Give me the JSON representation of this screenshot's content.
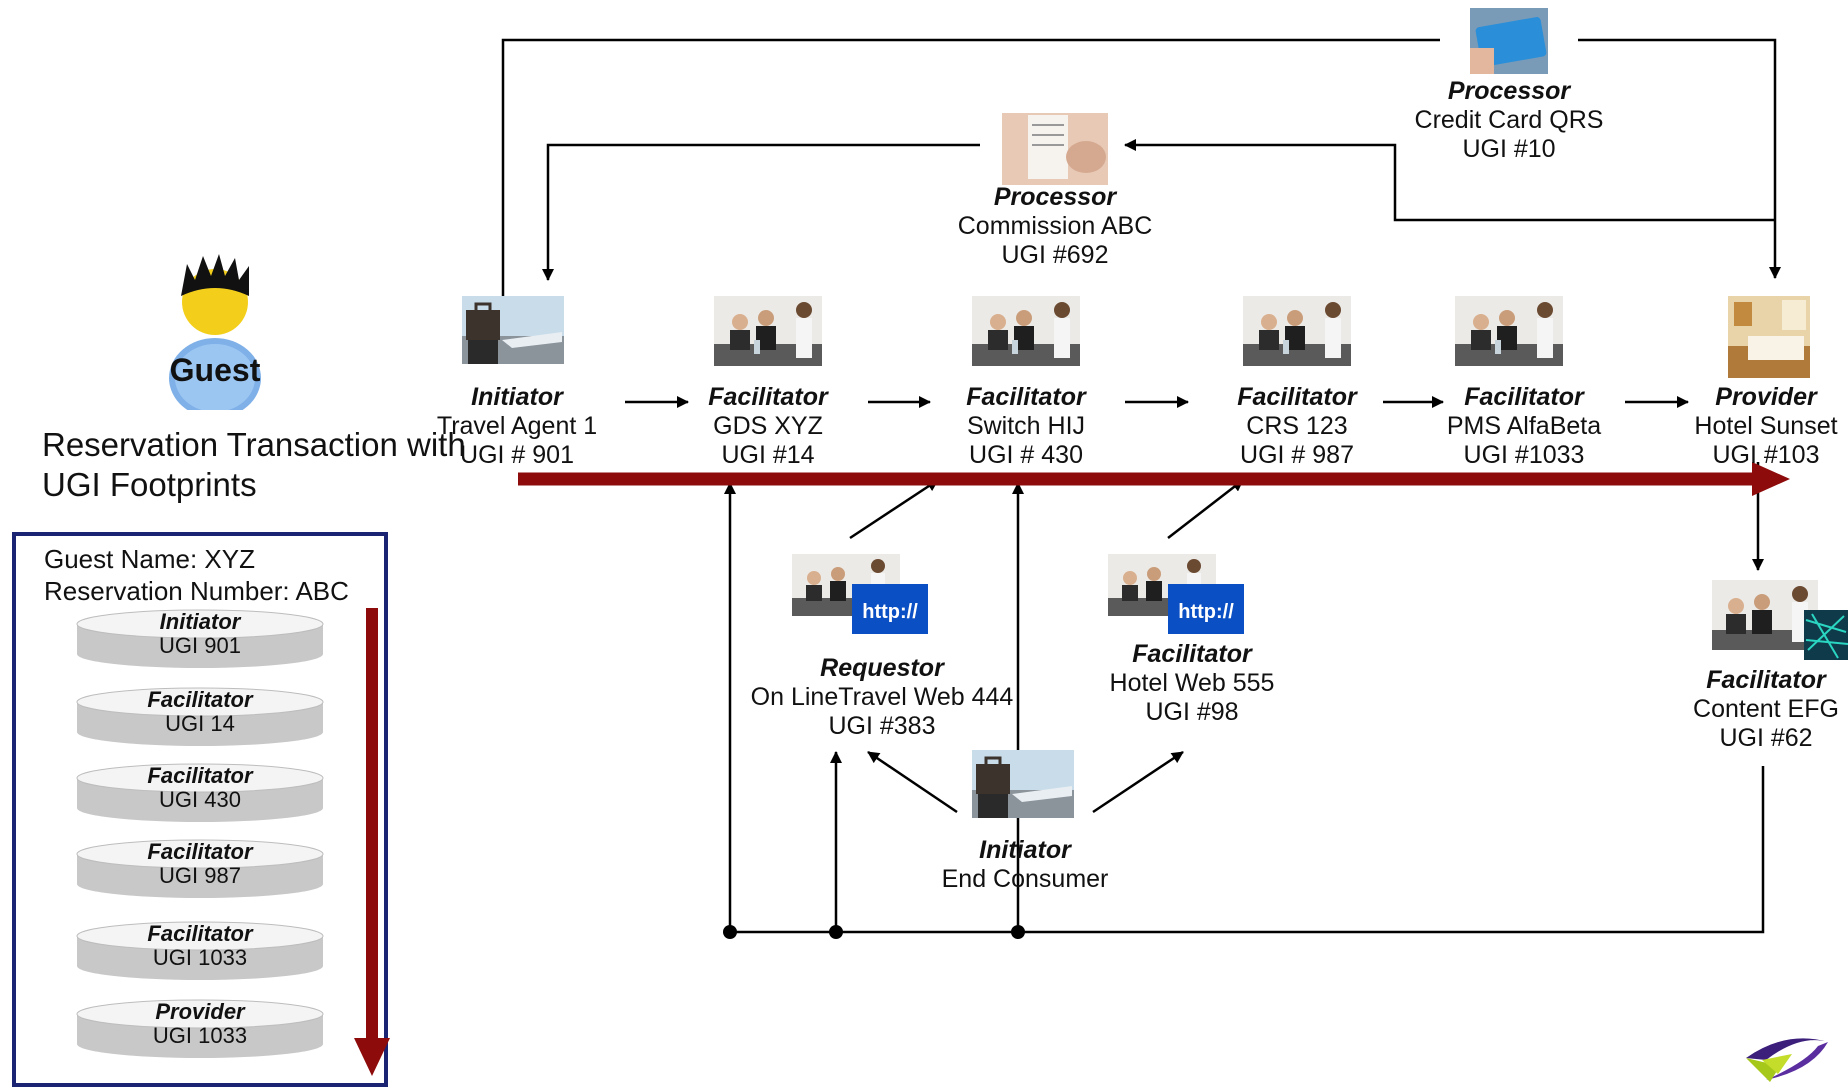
{
  "diagram": {
    "guest": {
      "label": "Guest"
    },
    "title": {
      "line1": "Reservation Transaction with",
      "line2": "UGI Footprints"
    },
    "summary_box": {
      "guest_name": "Guest Name: XYZ",
      "reservation_number": "Reservation Number: ABC",
      "footprints": [
        {
          "role": "Initiator",
          "ugi": "UGI 901"
        },
        {
          "role": "Facilitator",
          "ugi": "UGI 14"
        },
        {
          "role": "Facilitator",
          "ugi": "UGI 430"
        },
        {
          "role": "Facilitator",
          "ugi": "UGI 987"
        },
        {
          "role": "Facilitator",
          "ugi": "UGI 1033"
        },
        {
          "role": "Provider",
          "ugi": "UGI 1033"
        }
      ]
    },
    "chain": [
      {
        "role": "Initiator",
        "name": "Travel Agent 1",
        "ugi": "UGI # 901",
        "icon": "airport-briefcase-photo"
      },
      {
        "role": "Facilitator",
        "name": "GDS XYZ",
        "ugi": "UGI #14",
        "icon": "business-team-photo"
      },
      {
        "role": "Facilitator",
        "name": "Switch HIJ",
        "ugi": "UGI # 430",
        "icon": "business-team-photo"
      },
      {
        "role": "Facilitator",
        "name": "CRS 123",
        "ugi": "UGI # 987",
        "icon": "business-team-photo"
      },
      {
        "role": "Facilitator",
        "name": "PMS AlfaBeta",
        "ugi": "UGI #1033",
        "icon": "business-team-photo"
      },
      {
        "role": "Provider",
        "name": "Hotel Sunset",
        "ugi": "UGI #103",
        "icon": "hotel-room-photo"
      }
    ],
    "processors": [
      {
        "role": "Processor",
        "name": "Commission ABC",
        "ugi": "UGI #692",
        "icon": "receipt-photo"
      },
      {
        "role": "Processor",
        "name": "Credit Card QRS",
        "ugi": "UGI #10",
        "icon": "credit-card-photo"
      }
    ],
    "lower": [
      {
        "role": "Requestor",
        "name": "On LineTravel Web 444",
        "ugi": "UGI #383",
        "icon": "team-http-photo"
      },
      {
        "role": "Facilitator",
        "name": "Hotel Web 555",
        "ugi": "UGI #98",
        "icon": "team-http-photo"
      },
      {
        "role": "Facilitator",
        "name": "Content EFG",
        "ugi": "UGI #62",
        "icon": "team-network-photo"
      },
      {
        "role": "Initiator",
        "name": "End Consumer",
        "ugi": "",
        "icon": "airport-briefcase-photo"
      }
    ],
    "http_label": "http://",
    "colors": {
      "main_arrow": "#8e0b0b",
      "box_border": "#1b2373",
      "lines": "#000000"
    }
  }
}
